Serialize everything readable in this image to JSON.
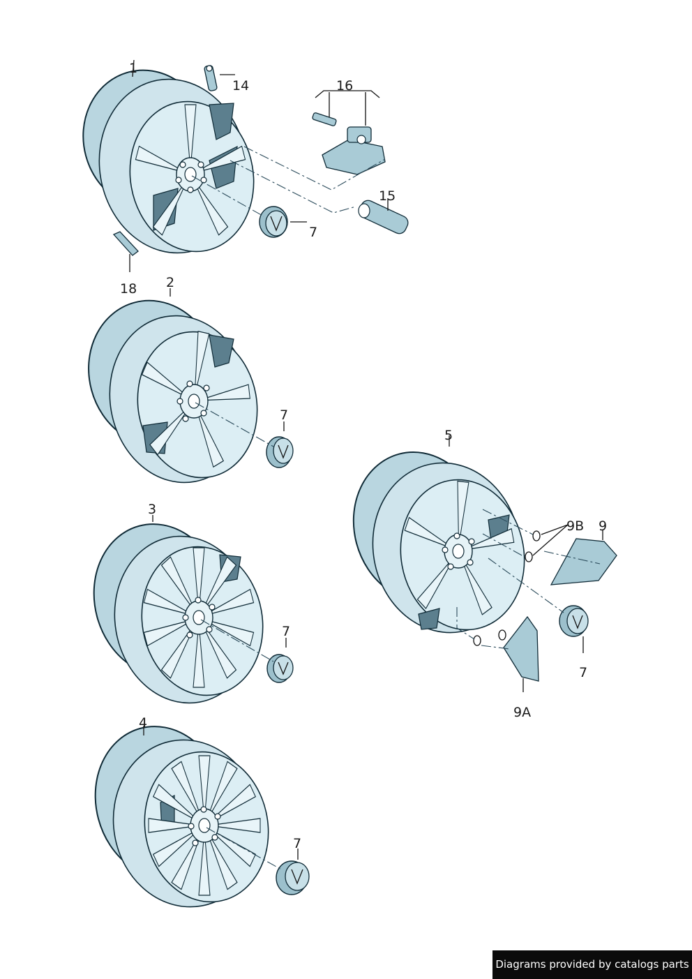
{
  "labels": {
    "l1": "1",
    "l2": "2",
    "l3": "3",
    "l4": "4",
    "l5": "5",
    "l7a": "7",
    "l7b": "7",
    "l7c": "7",
    "l7d": "7",
    "l7e": "7",
    "l9": "9",
    "l9a": "9A",
    "l9b": "9B",
    "l14": "14",
    "l15": "15",
    "l16": "16",
    "l18": "18"
  },
  "footer": {
    "text": "Diagrams provided by catalogs parts"
  }
}
